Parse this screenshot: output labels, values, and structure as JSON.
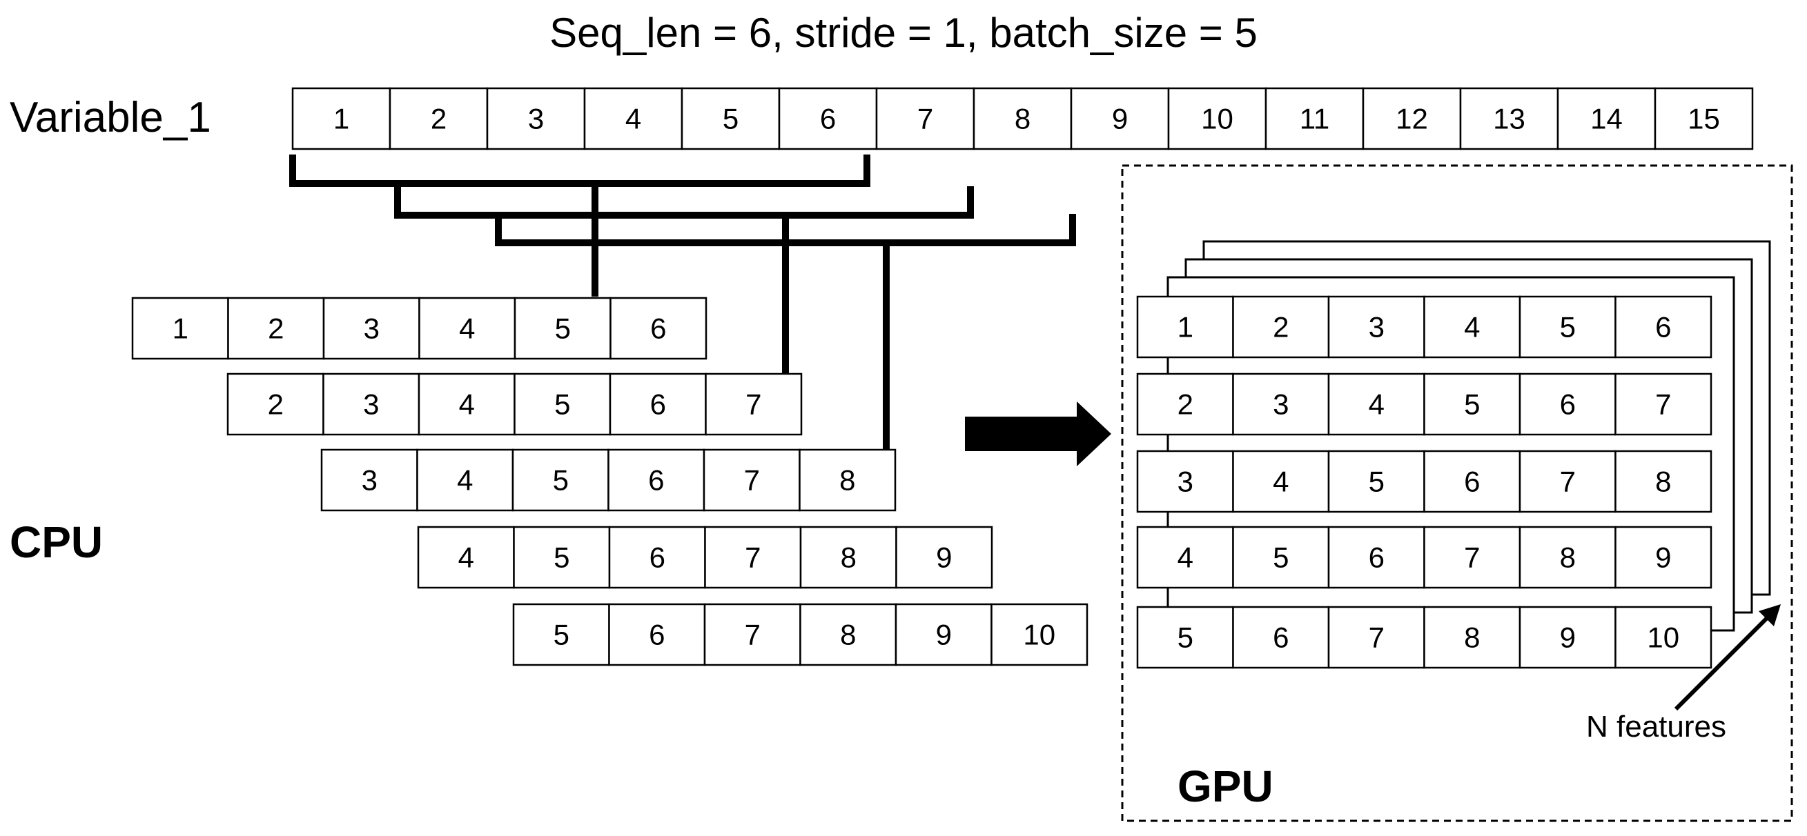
{
  "diagram": {
    "title": "Seq_len = 6, stride = 1, batch_size = 5",
    "variable_label": "Variable_1",
    "cpu_label": "CPU",
    "gpu_label": "GPU",
    "features_label": "N features",
    "variable_values": [
      "1",
      "2",
      "3",
      "4",
      "5",
      "6",
      "7",
      "8",
      "9",
      "10",
      "11",
      "12",
      "13",
      "14",
      "15"
    ],
    "cpu_sequences": [
      [
        "1",
        "2",
        "3",
        "4",
        "5",
        "6"
      ],
      [
        "2",
        "3",
        "4",
        "5",
        "6",
        "7"
      ],
      [
        "3",
        "4",
        "5",
        "6",
        "7",
        "8"
      ],
      [
        "4",
        "5",
        "6",
        "7",
        "8",
        "9"
      ],
      [
        "5",
        "6",
        "7",
        "8",
        "9",
        "10"
      ]
    ],
    "gpu_batch": [
      [
        "1",
        "2",
        "3",
        "4",
        "5",
        "6"
      ],
      [
        "2",
        "3",
        "4",
        "5",
        "6",
        "7"
      ],
      [
        "3",
        "4",
        "5",
        "6",
        "7",
        "8"
      ],
      [
        "4",
        "5",
        "6",
        "7",
        "8",
        "9"
      ],
      [
        "5",
        "6",
        "7",
        "8",
        "9",
        "10"
      ]
    ]
  }
}
